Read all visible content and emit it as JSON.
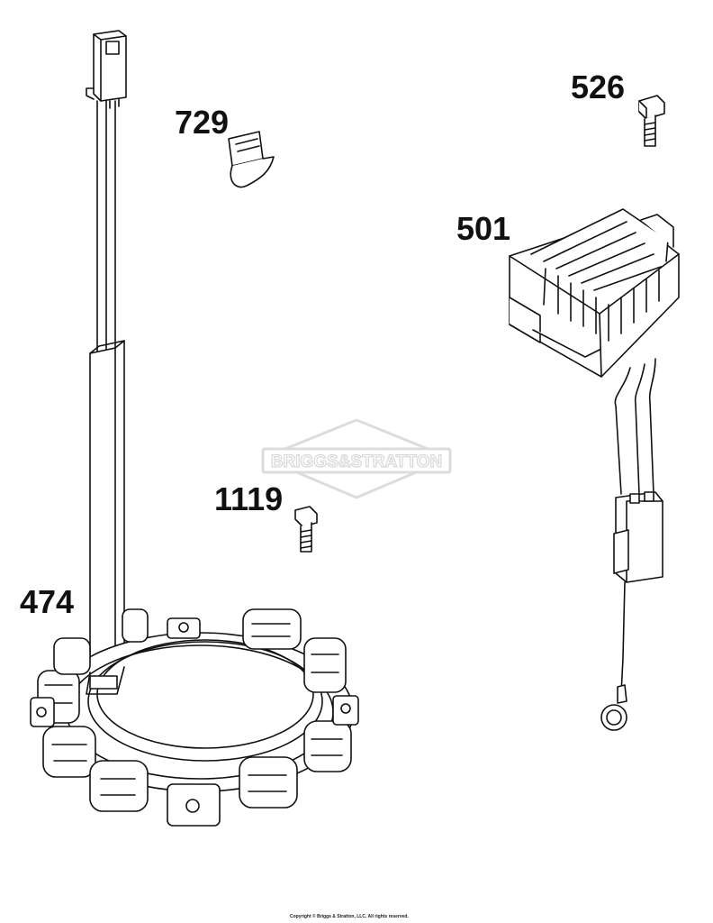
{
  "parts": {
    "p729": "729",
    "p526": "526",
    "p501": "501",
    "p1119": "1119",
    "p474": "474"
  },
  "watermark": "BRIGGS&STRATTON",
  "copyright": "Copyright © Briggs & Stratton, LLC. All rights reserved."
}
